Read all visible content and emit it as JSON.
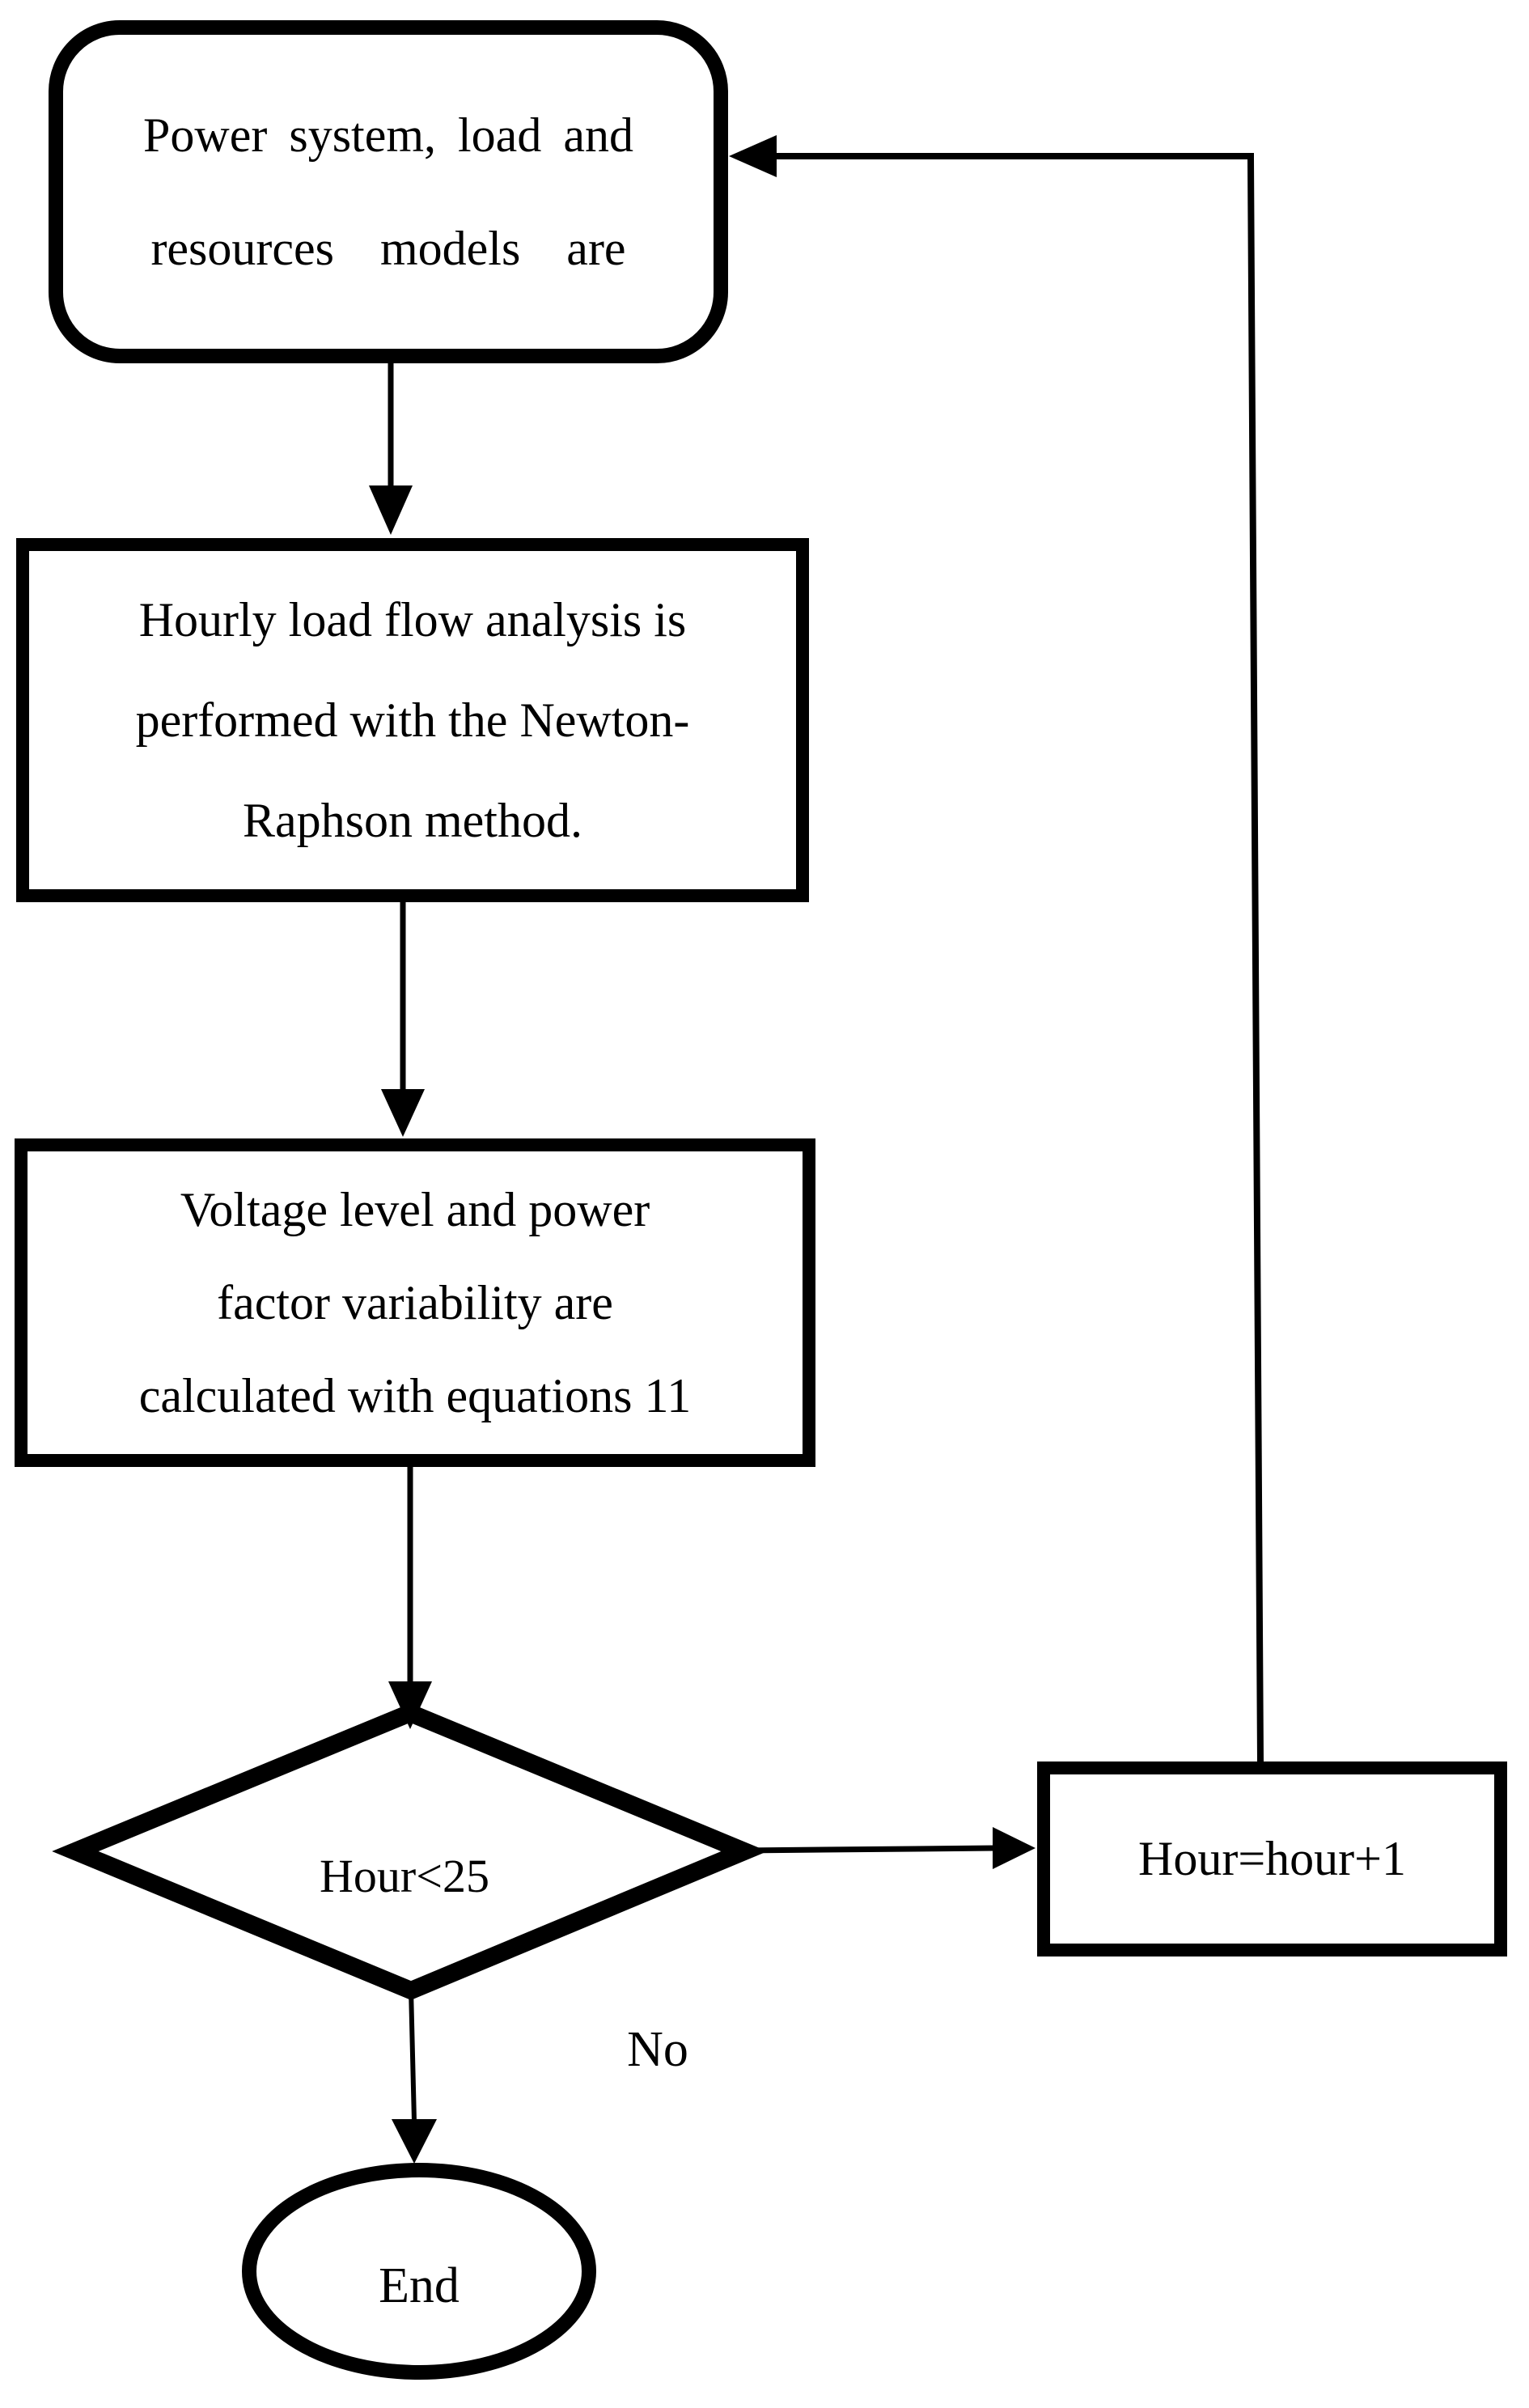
{
  "figure": {
    "background_color": "#ffffff",
    "stroke_color": "#000000",
    "nodes": {
      "start": {
        "shape": "rounded-rectangle",
        "lines": [
          "Power system, load and",
          "resources models are"
        ]
      },
      "load_flow": {
        "shape": "rectangle",
        "lines": [
          "Hourly load flow analysis is",
          "performed with the Newton-",
          "Raphson method."
        ]
      },
      "variability": {
        "shape": "rectangle",
        "lines": [
          "Voltage level and power",
          "factor variability are",
          "calculated with equations 11"
        ]
      },
      "decision": {
        "shape": "diamond",
        "label": "Hour<25"
      },
      "increment": {
        "shape": "rectangle",
        "label": "Hour=hour+1"
      },
      "end": {
        "shape": "ellipse",
        "label": "End"
      }
    },
    "edge_labels": {
      "no": "No"
    }
  }
}
